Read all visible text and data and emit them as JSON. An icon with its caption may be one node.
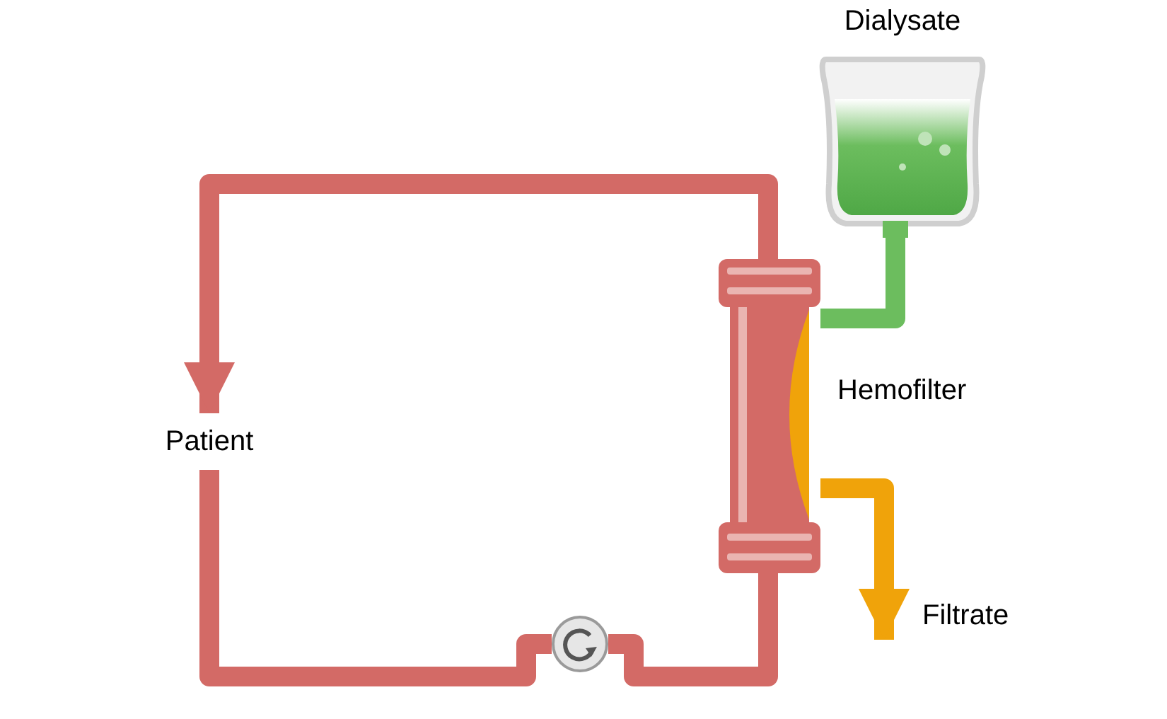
{
  "diagram": {
    "nodes": [
      {
        "text": [
          "Dialysate"
        ]
      },
      {
        "text": [
          "Hemofilter"
        ]
      },
      {
        "text": [
          "Patient"
        ]
      },
      {
        "text": [],
        "shape": "circle"
      }
    ],
    "edges": [
      {
        "from": 1,
        "to": 2,
        "arrow": "to"
      },
      {
        "from": 2,
        "to": 3,
        "arrow": "none"
      },
      {
        "from": 3,
        "to": 1,
        "arrow": "none"
      },
      {
        "from": 0,
        "to": 1,
        "arrow": "none",
        "color": "#6cbd5e"
      },
      {
        "from": 1,
        "to": null,
        "arrow": "to",
        "color": "#f0a30a",
        "label": "Filtrate"
      }
    ]
  }
}
